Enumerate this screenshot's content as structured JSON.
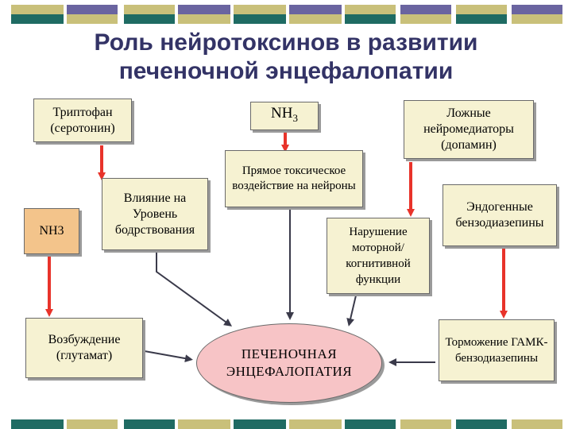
{
  "slide": {
    "title_line1": "Роль нейротоксинов в развитии",
    "title_line2": "печеночной энцефалопатии"
  },
  "boxes": {
    "tryptophan": "Триптофан (серотонин)",
    "nh3_left": "NH3",
    "wakefulness": "Влияние на Уровень бодрствования",
    "excitation": "Возбуждение (глутамат)",
    "nh3_center_main": "NH",
    "nh3_center_sub": "3",
    "direct_toxic": "Прямое токсическое воздействие на нейроны",
    "motor_cognitive": "Нарушение моторной/ когнитивной функции",
    "false_neuro": "Ложные нейромедиаторы (допамин)",
    "endogenous_bzd": "Эндогенные бензодиазепины",
    "gaba_inhibition": "Торможение ГАМК-бензодиазепины",
    "hepatic_encephalopathy": "ПЕЧЕНОЧНАЯ ЭНЦЕФАЛОПАТИЯ"
  },
  "colors": {
    "title": "#333366",
    "box_cream": "#f6f2d2",
    "box_peach": "#f3c48b",
    "ellipse_pink": "#f7c4c6",
    "arrow_red": "#e8332a",
    "arrow_dark": "#3a3a4a",
    "strip_colors": [
      "#1f6b63",
      "#c9c07a",
      "#6a64a0",
      "#ffffff"
    ]
  }
}
